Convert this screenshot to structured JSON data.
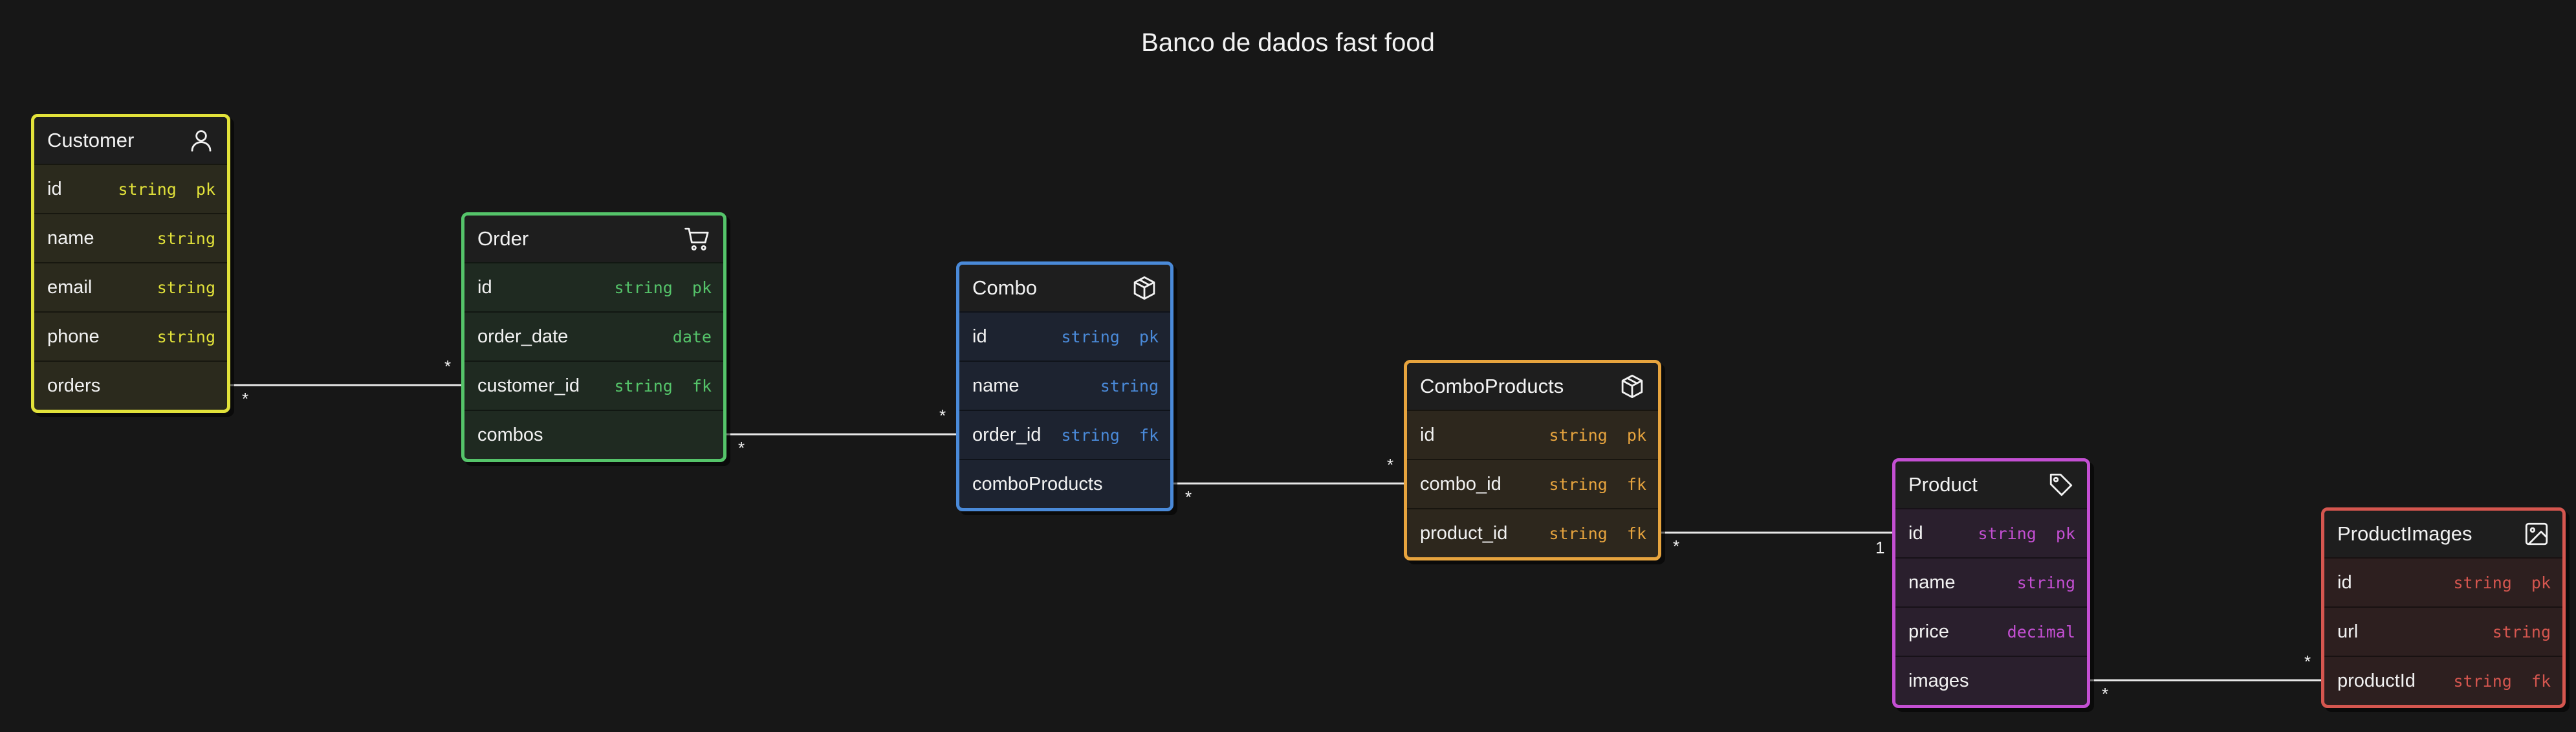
{
  "title": "Banco de dados fast food",
  "tables": {
    "customer": {
      "name": "Customer",
      "icon": "user-icon",
      "color": "#e2e23a",
      "fill": "#2b2a1d",
      "fields": [
        {
          "name": "id",
          "type": "string",
          "key": "pk"
        },
        {
          "name": "name",
          "type": "string",
          "key": ""
        },
        {
          "name": "email",
          "type": "string",
          "key": ""
        },
        {
          "name": "phone",
          "type": "string",
          "key": ""
        },
        {
          "name": "orders",
          "type": "",
          "key": ""
        }
      ]
    },
    "order": {
      "name": "Order",
      "icon": "shopping-cart-icon",
      "color": "#55c46a",
      "fill": "#1f2a21",
      "fields": [
        {
          "name": "id",
          "type": "string",
          "key": "pk"
        },
        {
          "name": "order_date",
          "type": "date",
          "key": ""
        },
        {
          "name": "customer_id",
          "type": "string",
          "key": "fk"
        },
        {
          "name": "combos",
          "type": "",
          "key": ""
        }
      ]
    },
    "combo": {
      "name": "Combo",
      "icon": "box-icon",
      "color": "#4a8ad9",
      "fill": "#1d2330",
      "fields": [
        {
          "name": "id",
          "type": "string",
          "key": "pk"
        },
        {
          "name": "name",
          "type": "string",
          "key": ""
        },
        {
          "name": "order_id",
          "type": "string",
          "key": "fk"
        },
        {
          "name": "comboProducts",
          "type": "",
          "key": ""
        }
      ]
    },
    "comboproducts": {
      "name": "ComboProducts",
      "icon": "box-icon",
      "color": "#e7a43e",
      "fill": "#2d271d",
      "fields": [
        {
          "name": "id",
          "type": "string",
          "key": "pk"
        },
        {
          "name": "combo_id",
          "type": "string",
          "key": "fk"
        },
        {
          "name": "product_id",
          "type": "string",
          "key": "fk"
        }
      ]
    },
    "product": {
      "name": "Product",
      "icon": "tag-icon",
      "color": "#c44fd3",
      "fill": "#2a1f2d",
      "fields": [
        {
          "name": "id",
          "type": "string",
          "key": "pk"
        },
        {
          "name": "name",
          "type": "string",
          "key": ""
        },
        {
          "name": "price",
          "type": "decimal",
          "key": ""
        },
        {
          "name": "images",
          "type": "",
          "key": ""
        }
      ]
    },
    "productimages": {
      "name": "ProductImages",
      "icon": "image-icon",
      "color": "#d5564f",
      "fill": "#2d1f1f",
      "fields": [
        {
          "name": "id",
          "type": "string",
          "key": "pk"
        },
        {
          "name": "url",
          "type": "string",
          "key": ""
        },
        {
          "name": "productId",
          "type": "string",
          "key": "fk"
        }
      ]
    }
  },
  "relationships": [
    {
      "from": "customer.orders",
      "to": "order.customer_id",
      "from_card": "*",
      "to_card": "*"
    },
    {
      "from": "order.combos",
      "to": "combo.order_id",
      "from_card": "*",
      "to_card": "*"
    },
    {
      "from": "combo.comboProducts",
      "to": "comboproducts.combo_id",
      "from_card": "*",
      "to_card": "*"
    },
    {
      "from": "comboproducts.product_id",
      "to": "product.id",
      "from_card": "*",
      "to_card": "1"
    },
    {
      "from": "product.images",
      "to": "productimages.productId",
      "from_card": "*",
      "to_card": "*"
    }
  ]
}
